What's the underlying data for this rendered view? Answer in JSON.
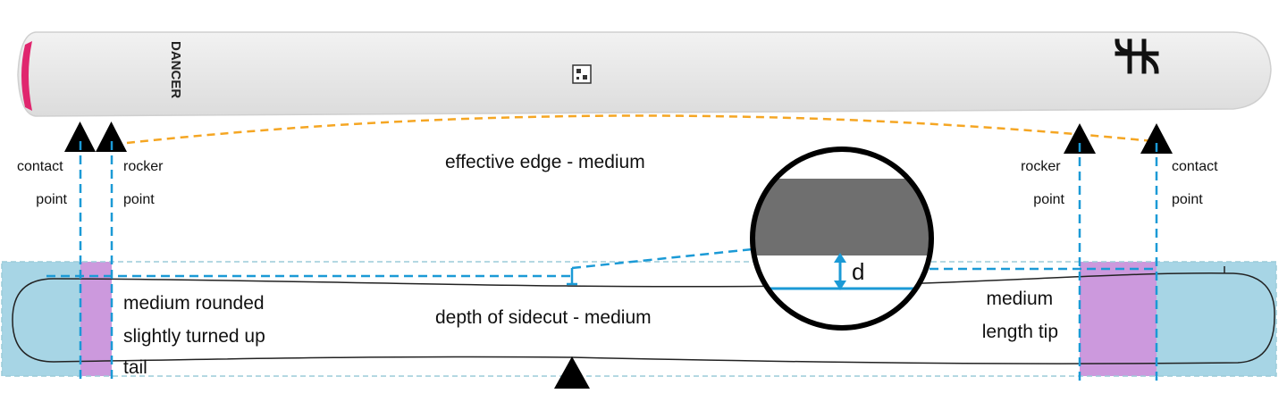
{
  "ski": {
    "brand_text": "DANCER",
    "colors": {
      "topsheet": "#e9e9e9",
      "tail_accent": "#e0266e"
    }
  },
  "labels": {
    "contact_left": [
      "contact",
      "point"
    ],
    "rocker_left": [
      "rocker",
      "point"
    ],
    "rocker_right": [
      "rocker",
      "point"
    ],
    "contact_right": [
      "contact",
      "point"
    ],
    "effective_edge": "effective edge - medium",
    "tail": [
      "medium rounded",
      "slightly turned up",
      "tail"
    ],
    "sidecut": "depth of sidecut - medium",
    "tip": [
      "medium",
      "length tip"
    ],
    "depth_symbol": "d"
  },
  "colors": {
    "guide_line": "#1b9ad6",
    "effective_edge_line": "#f5a623",
    "contact_zone": "#a7d5e5",
    "rocker_zone": "#cc99dd",
    "marker": "#000000",
    "inset_base": "#6f6f6f"
  }
}
